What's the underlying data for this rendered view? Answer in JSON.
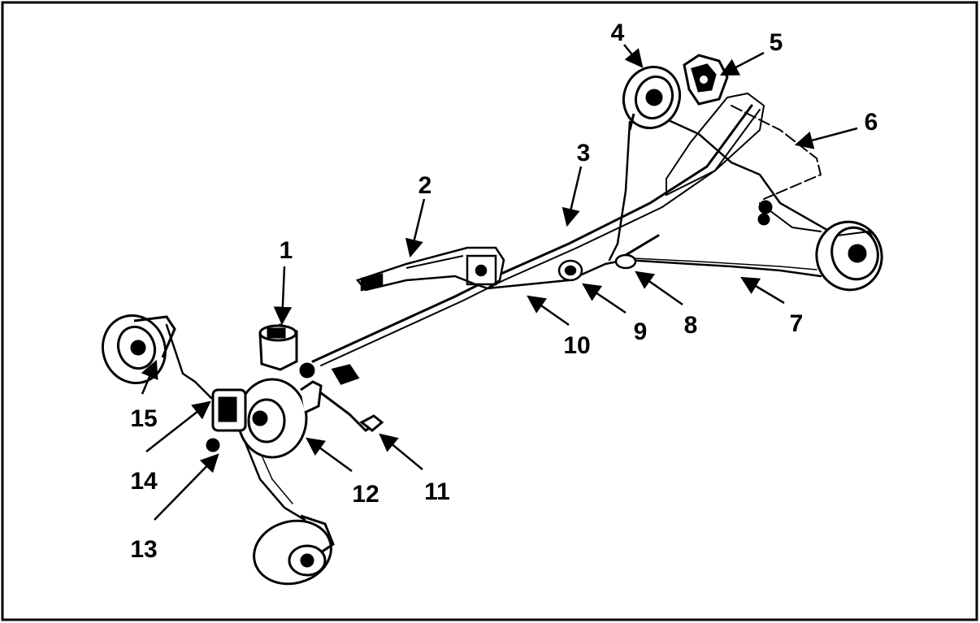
{
  "diagram": {
    "callouts": [
      {
        "id": "1",
        "text": "1"
      },
      {
        "id": "2",
        "text": "2"
      },
      {
        "id": "3",
        "text": "3"
      },
      {
        "id": "4",
        "text": "4"
      },
      {
        "id": "5",
        "text": "5"
      },
      {
        "id": "6",
        "text": "6"
      },
      {
        "id": "7",
        "text": "7"
      },
      {
        "id": "8",
        "text": "8"
      },
      {
        "id": "9",
        "text": "9"
      },
      {
        "id": "10",
        "text": "10"
      },
      {
        "id": "11",
        "text": "11"
      },
      {
        "id": "12",
        "text": "12"
      },
      {
        "id": "13",
        "text": "13"
      },
      {
        "id": "14",
        "text": "14"
      },
      {
        "id": "15",
        "text": "15"
      }
    ],
    "colors": {
      "ink": "#000000",
      "paper": "#ffffff",
      "shade": "#6e6e6e"
    }
  }
}
